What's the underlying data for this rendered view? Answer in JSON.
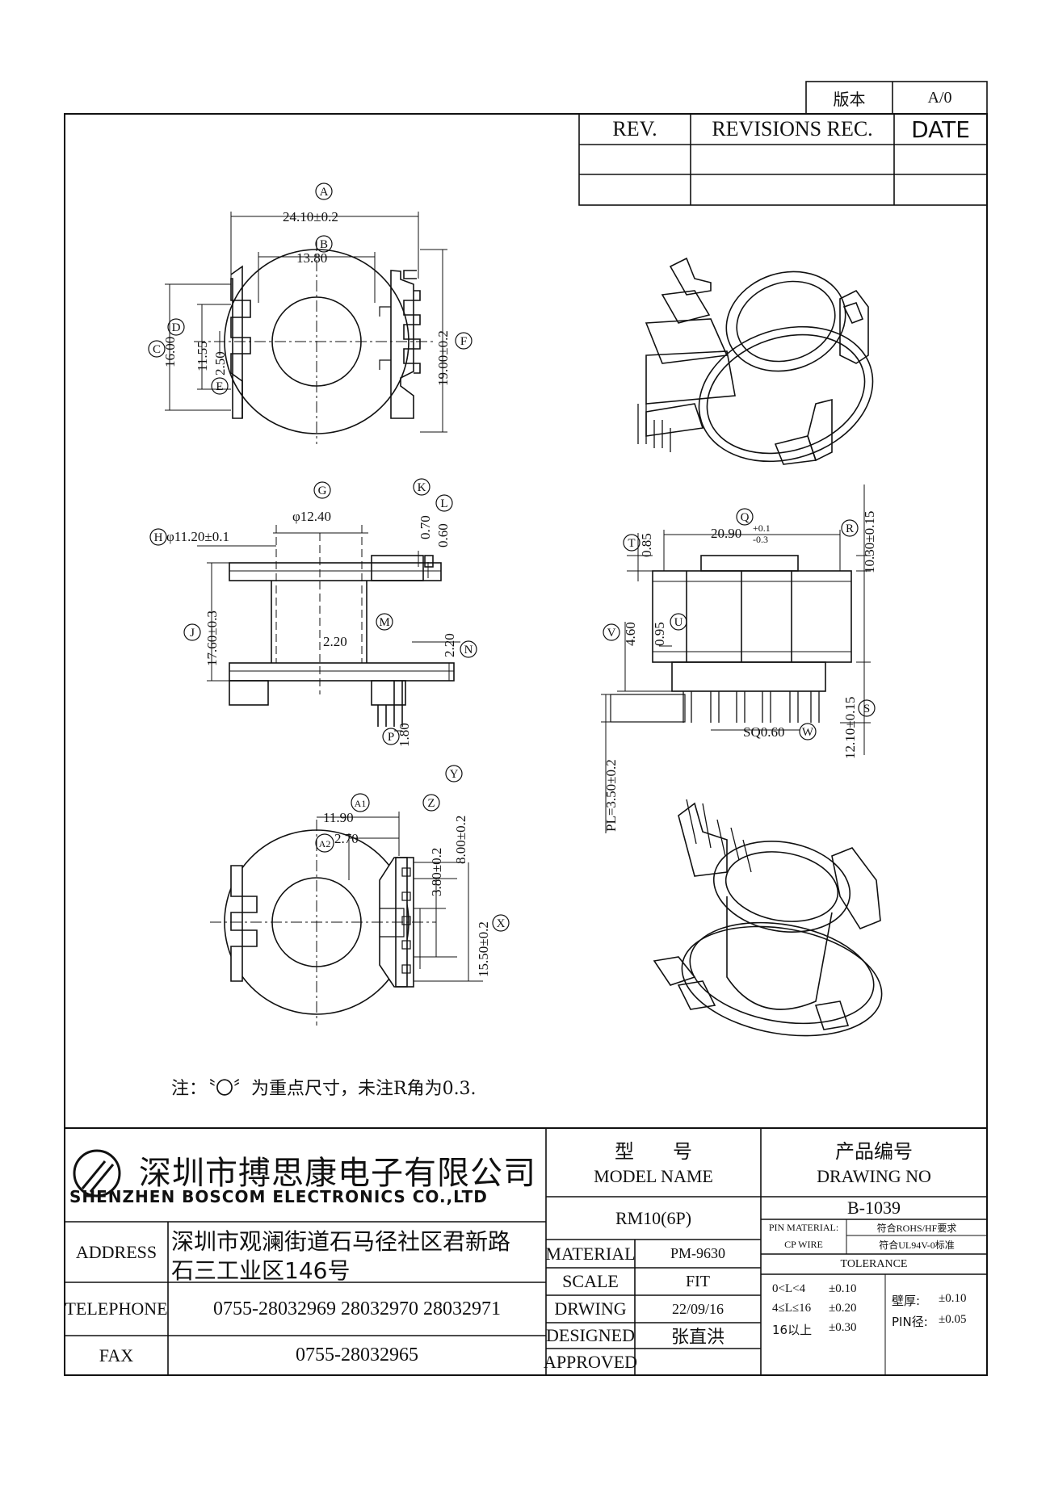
{
  "version_box": {
    "label": "版本",
    "value": "A/0"
  },
  "revision_table": {
    "headers": [
      "REV.",
      "REVISIONS REC.",
      "DATE"
    ],
    "rows": [
      [
        "",
        "",
        ""
      ],
      [
        "",
        "",
        ""
      ]
    ]
  },
  "dimensions": {
    "top_view": {
      "A": "24.10±0.2",
      "B": "13.80",
      "C": "16.00",
      "D": "11.55",
      "E": "2.50",
      "F": "19.00±0.2"
    },
    "side_view": {
      "G": "φ12.40",
      "H": "φ11.20±0.1",
      "J": "17.60±0.3",
      "K": "0.70",
      "L": "0.60",
      "M": "2.20",
      "N": "2.20",
      "P": "1.80"
    },
    "front_view": {
      "Q": "20.90",
      "Q_tol_plus": "+0.1",
      "Q_tol_minus": "-0.3",
      "R": "10.30±0.15",
      "S": "12.10±0.15",
      "T": "0.85",
      "U": "0.95",
      "V": "4.60",
      "W": "SQ0.60",
      "PL": "PL=3.50±0.2"
    },
    "bottom_view": {
      "A1": "11.90",
      "A2": "2.70",
      "X": "15.50±0.2",
      "Y": "8.00±0.2",
      "Z": "3.80±0.2"
    }
  },
  "circle_labels": [
    "A",
    "B",
    "C",
    "D",
    "E",
    "F",
    "G",
    "H",
    "J",
    "K",
    "L",
    "M",
    "N",
    "P",
    "Q",
    "R",
    "S",
    "T",
    "U",
    "V",
    "W",
    "A1",
    "A2",
    "X",
    "Y",
    "Z"
  ],
  "note": "注：〝〇〞为重点尺寸，未注R角为0.3.",
  "company": {
    "name_cn": "深圳市搏思康电子有限公司",
    "name_en": "SHENZHEN BOSCOM ELECTRONICS CO.,LTD",
    "logo_icon": "boscom-logo-icon"
  },
  "title_block": {
    "address_label": "ADDRESS",
    "address_line1": "深圳市观澜街道石马径社区君新路",
    "address_line2": "石三工业区146号",
    "telephone_label": "TELEPHONE",
    "telephone": "0755-28032969 28032970 28032971",
    "fax_label": "FAX",
    "fax": "0755-28032965",
    "model_label_cn": "型　　号",
    "model_label_en": "MODEL NAME",
    "model_value": "RM10(6P)",
    "drawing_no_label_cn": "产品编号",
    "drawing_no_label_en": "DRAWING NO",
    "drawing_no": "B-1039",
    "material_label": "MATERIAL",
    "material": "PM-9630",
    "scale_label": "SCALE",
    "scale": "FIT",
    "drawing_label": "DRWING",
    "drawing_date": "22/09/16",
    "designed_label": "DESIGNED",
    "designed": "张直洪",
    "approved_label": "APPROVED",
    "approved": "",
    "pin_material_label": "PIN MATERIAL:",
    "pin_material": "符合ROHS/HF要求",
    "cp_wire_label": "CP WIRE",
    "cp_wire": "符合UL94V-0标准",
    "tolerance_label": "TOLERANCE",
    "tolerances": [
      {
        "range": "0<L<4",
        "value": "±0.10"
      },
      {
        "range": "4≤L≤16",
        "value": "±0.20"
      },
      {
        "range": "16以上",
        "value": "±0.30"
      }
    ],
    "wall_label": "壁厚:",
    "wall_value": "±0.10",
    "pin_label": "PIN径:",
    "pin_value": "±0.05"
  }
}
